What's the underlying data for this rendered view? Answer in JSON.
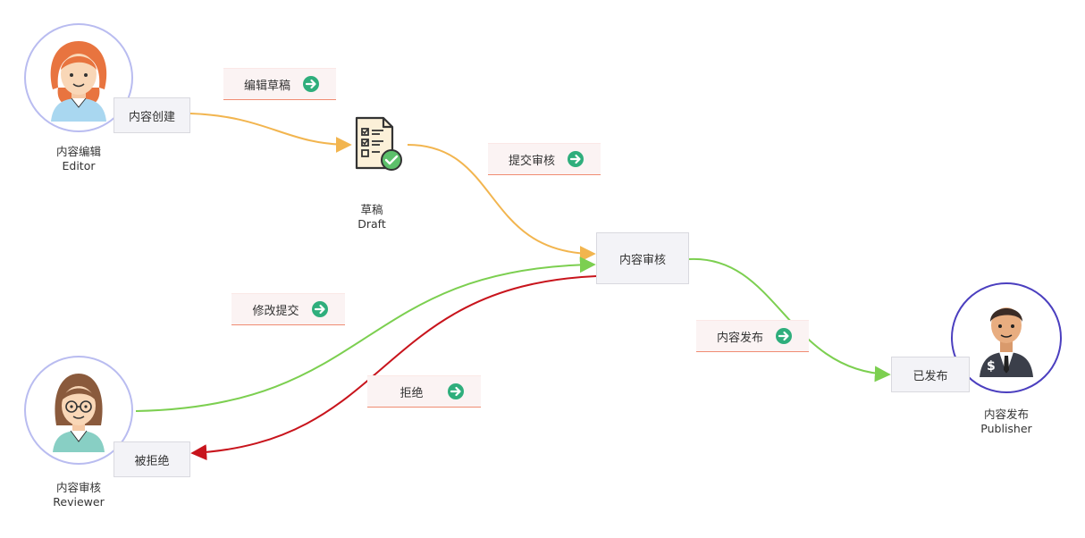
{
  "roles": {
    "editor": {
      "zh": "内容编辑",
      "en": "Editor"
    },
    "reviewer": {
      "zh": "内容审核",
      "en": "Reviewer"
    },
    "publisher": {
      "zh": "内容发布",
      "en": "Publisher"
    }
  },
  "artifact": {
    "zh": "草稿",
    "en": "Draft"
  },
  "states": {
    "create": "内容创建",
    "review": "内容审核",
    "rejected": "被拒绝",
    "published": "已发布"
  },
  "transitions": {
    "edit_draft": "编辑草稿",
    "submit_review": "提交审核",
    "revise_submit": "修改提交",
    "publish": "内容发布",
    "reject": "拒绝"
  },
  "colors": {
    "edit_flow": "#f2b54f",
    "approve_flow": "#7ccf50",
    "reject_flow": "#c8141c",
    "go_icon": "#2fae7c",
    "avatar_ring": "#b9bcf0",
    "publisher_ring": "#4b3fbf"
  },
  "icons": {
    "editor": "female-editor-avatar",
    "reviewer": "female-reviewer-avatar",
    "publisher": "businessman-avatar",
    "draft": "checklist-document-icon",
    "go": "arrow-circle-right-icon"
  }
}
